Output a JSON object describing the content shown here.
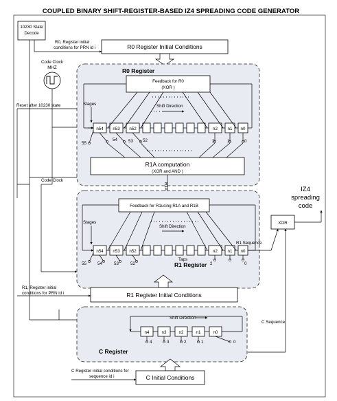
{
  "title": "COUPLED BINARY SHIFT-REGISTER-BASED IZ4 SPREADING CODE  GENERATOR",
  "decode": {
    "line1": "10230 State",
    "line2": "Decode"
  },
  "r0_init_note": {
    "line1": "R0, Register initial",
    "line2": "conditions for PRN id i"
  },
  "r0_init_box": "R0 Register Initial Conditions",
  "code_clock": {
    "line1": "Code Clock",
    "line2": "MHZ"
  },
  "reset_label": "Reset after 10230 state",
  "code_clock_label": "Code Clock",
  "r0": {
    "title": "R0 Register",
    "feedback": {
      "line1": "Feedback for R0",
      "line2": "(XOR )"
    },
    "stages_label": "Stages",
    "shift_label": "Shift Direction",
    "cells": [
      "n54",
      "n53",
      "n52",
      "",
      "",
      "",
      "",
      "",
      "",
      "n2",
      "n1",
      "n0"
    ],
    "taps": [
      "55",
      "54",
      "53",
      "52",
      "2",
      "1",
      "0"
    ],
    "compute": {
      "line1": "R1A computation",
      "line2": "(XOR and AND )"
    }
  },
  "r1a_label": "R1A",
  "r1": {
    "feedback": "Feedback for R1using  R1A and R1B",
    "stages_label": "Stages",
    "shift_label": "Shift Direction",
    "cells": [
      "n54",
      "n53",
      "n52",
      "",
      "",
      "",
      "",
      "",
      "",
      "n2",
      "n1",
      "n0"
    ],
    "taps": [
      "55",
      "54",
      "53",
      "52",
      "2",
      "1",
      "0"
    ],
    "taps_label": "Taps",
    "title": "R1 Register"
  },
  "r1_init_note": {
    "line1": "R1, Register initial",
    "line2": "conditions for PRN id i"
  },
  "r1_init_box": "R1  Register Initial Conditions",
  "xor_label": "XOR",
  "iz4": {
    "line1": "IZ4",
    "line2": "spreading",
    "line3": "code"
  },
  "r1_sequence": "R1 Sequence",
  "c_sequence": "C Sequence",
  "c": {
    "shift_label": "Shift Direction",
    "cells": [
      "n4",
      "n3",
      "n2",
      "n1",
      "n0"
    ],
    "taps": [
      "4",
      "3",
      "2",
      "1",
      "0"
    ],
    "title": "C Register"
  },
  "c_init_note": {
    "line1": "C Register initial conditions for",
    "line2": "sequence id i"
  },
  "c_init_box": "C Initial Conditions",
  "colors": {
    "panel_fill": "#e8ebf1",
    "border": "#222222"
  }
}
